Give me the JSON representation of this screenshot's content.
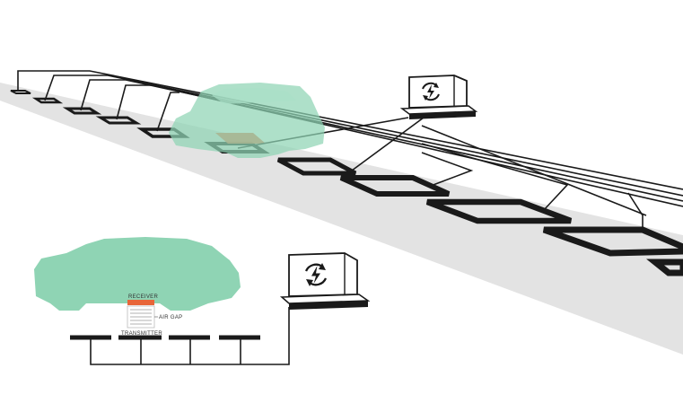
{
  "labels": {
    "receiver": "RECEIVER",
    "air_gap": "AIR GAP",
    "transmitter": "TRANSMITTER"
  },
  "icons": {
    "charger_station_road": "lightning-refresh-icon",
    "charger_station_detail": "lightning-refresh-icon"
  },
  "colors": {
    "road": "#e3e3e3",
    "car_body": "#8fd4b4",
    "receiver_pad": "#e8663a",
    "lines": "#1a1a1a"
  }
}
